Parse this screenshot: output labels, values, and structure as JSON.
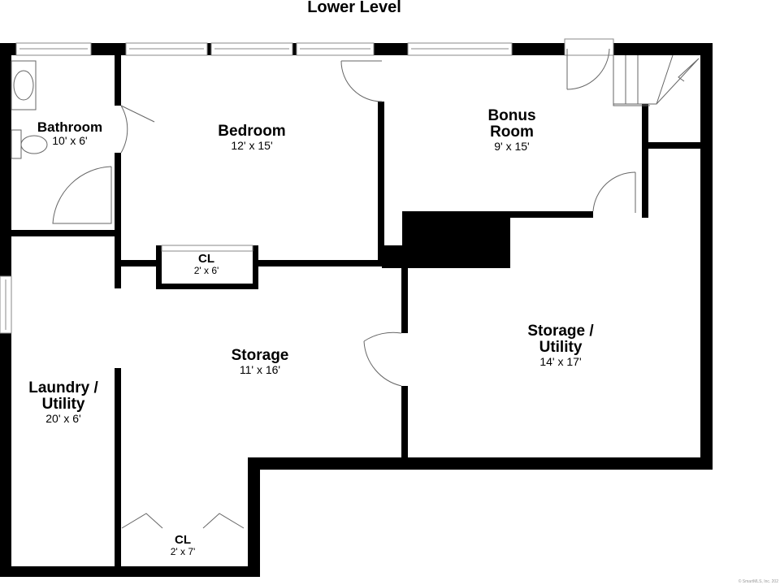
{
  "title": "Lower Level",
  "rooms": [
    {
      "name": "Bathroom",
      "dims": "10' x 6'"
    },
    {
      "name": "Bedroom",
      "dims": "12' x 15'"
    },
    {
      "name": "Bonus Room",
      "dims": "9' x 15'"
    },
    {
      "name": "CL",
      "dims": "2' x 6'"
    },
    {
      "name": "Storage",
      "dims": "11' x 16'"
    },
    {
      "name": "Storage / Utility",
      "dims": "14' x 17'"
    },
    {
      "name": "Laundry / Utility",
      "dims": "20' x 6'"
    },
    {
      "name": "CL",
      "dims": "2' x 7'"
    }
  ],
  "watermark": "© SmartMLS, Inc. 202"
}
